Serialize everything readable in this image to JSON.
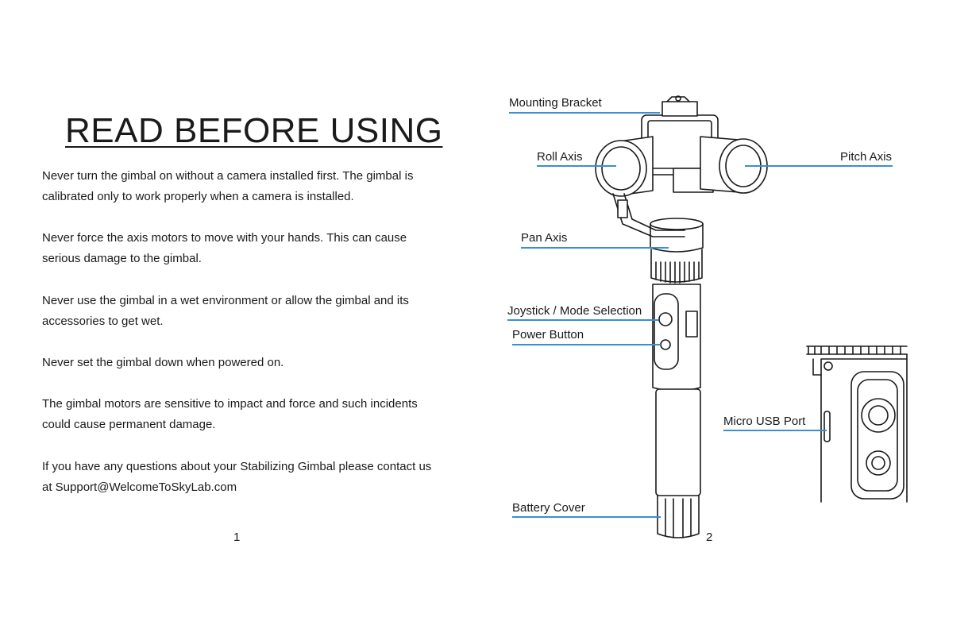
{
  "left_page": {
    "title": "READ BEFORE USING",
    "rules": [
      "Never turn the gimbal on without a camera installed first. The gimbal is calibrated only to work properly when a camera is installed.",
      "Never force the axis motors to move with your hands. This can cause serious damage to the gimbal.",
      "Never use the gimbal in a wet environment or allow the gimbal and its accessories to get wet.",
      "Never set the gimbal down when powered on.",
      "The gimbal motors are sensitive to impact and force and such incidents could cause permanent damage.",
      "If you have any questions about your Stabilizing Gimbal please contact us at Support@WelcomeToSkyLab.com"
    ],
    "page_number": "1"
  },
  "right_page": {
    "callouts": {
      "mounting_bracket": "Mounting Bracket",
      "roll_axis": "Roll Axis",
      "pitch_axis": "Pitch Axis",
      "pan_axis": "Pan Axis",
      "joystick": "Joystick / Mode Selection",
      "power_button": "Power Button",
      "micro_usb": "Micro USB Port",
      "battery_cover": "Battery Cover"
    },
    "callout_color": "#3a8fd0",
    "page_number": "2"
  }
}
